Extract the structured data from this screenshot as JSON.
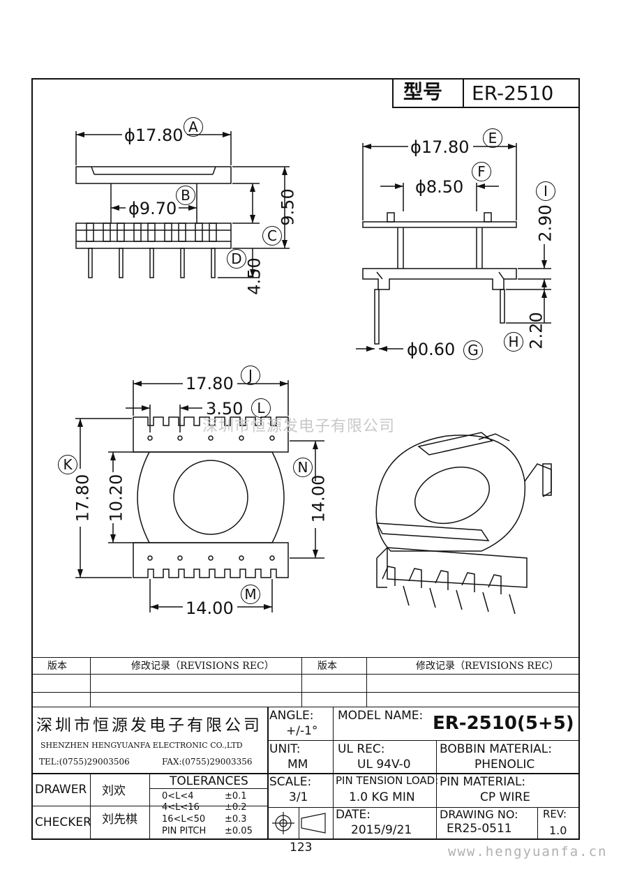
{
  "header": {
    "model_label": "型号",
    "model_value": "ER-2510"
  },
  "dimensions": {
    "A": {
      "value": "ϕ17.80",
      "tag": "A"
    },
    "B": {
      "value": "ϕ9.70",
      "tag": "B"
    },
    "C": {
      "value": "9.50",
      "tag": "C"
    },
    "D": {
      "value": "4.50",
      "tag": "D"
    },
    "E": {
      "value": "ϕ17.80",
      "tag": "E"
    },
    "F": {
      "value": "ϕ8.50",
      "tag": "F"
    },
    "I": {
      "value": "2.90",
      "tag": "I"
    },
    "H": {
      "value": "2.20",
      "tag": "H"
    },
    "G": {
      "value": "ϕ0.60",
      "tag": "G"
    },
    "J": {
      "value": "17.80",
      "tag": "J"
    },
    "L": {
      "value": "3.50",
      "tag": "L"
    },
    "K": {
      "value": "17.80",
      "tag": "K"
    },
    "K2": {
      "value": "10.20"
    },
    "N": {
      "value": "14.00",
      "tag": "N"
    },
    "M": {
      "value": "14.00",
      "tag": "M"
    }
  },
  "watermark": "深圳市恒源发电子有限公司",
  "revisions": {
    "col1": "版本",
    "col2": "修改记录（REVISIONS REC）",
    "col3": "版本",
    "col4": "修改记录（REVISIONS REC）"
  },
  "title_block": {
    "company_cn": "深圳市恒源发电子有限公司",
    "company_en": "SHENZHEN HENGYUANFA ELECTRONIC CO.,LTD",
    "tel": "TEL:(0755)29003506",
    "fax": "FAX:(0755)29003356",
    "angle_label": "ANGLE:",
    "angle_value": "+/-1°",
    "model_name_label": "MODEL NAME:",
    "model_name_value": "ER-2510(5+5)",
    "unit_label": "UNIT:",
    "unit_value": "MM",
    "ul_label": "UL REC:",
    "ul_value": "UL 94V-0",
    "bobbin_label": "BOBBIN MATERIAL:",
    "bobbin_value": "PHENOLIC",
    "drawer_label": "DRAWER",
    "drawer_value": "刘欢",
    "checker_label": "CHECKER",
    "checker_value": "刘先棋",
    "tolerances_label": "TOLERANCES",
    "tolerances": [
      {
        "range": "0<L<4",
        "tol": "±0.1"
      },
      {
        "range": "4<L<16",
        "tol": "±0.2"
      },
      {
        "range": "16<L<50",
        "tol": "±0.3"
      },
      {
        "range": "PIN PITCH",
        "tol": "±0.05"
      }
    ],
    "scale_label": "SCALE:",
    "scale_value": "3/1",
    "pin_tension_label": "PIN TENSION LOAD:",
    "pin_tension_value": "1.0 KG MIN",
    "pin_material_label": "PIN MATERIAL:",
    "pin_material_value": "CP WIRE",
    "date_label": "DATE:",
    "date_value": "2015/9/21",
    "drawing_no_label": "DRAWING NO:",
    "drawing_no_value": "ER25-0511",
    "rev_label": "REV:",
    "rev_value": "1.0"
  },
  "page_number": "123",
  "website": "www.hengyuanfa.cn"
}
